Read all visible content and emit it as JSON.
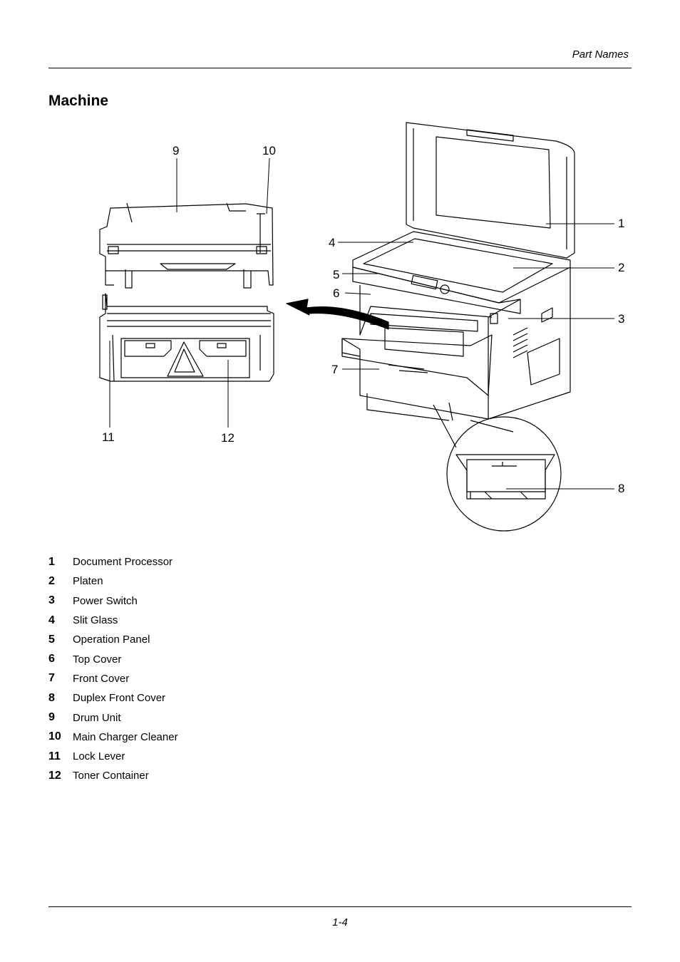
{
  "header": {
    "section_name": "Part Names"
  },
  "section": {
    "title": "Machine"
  },
  "figure": {
    "callouts": [
      "1",
      "2",
      "3",
      "4",
      "5",
      "6",
      "7",
      "8",
      "9",
      "10",
      "11",
      "12"
    ]
  },
  "parts": [
    {
      "num": "1",
      "name": "Document Processor"
    },
    {
      "num": "2",
      "name": "Platen"
    },
    {
      "num": "3",
      "name": "Power Switch"
    },
    {
      "num": "4",
      "name": "Slit Glass"
    },
    {
      "num": "5",
      "name": "Operation Panel"
    },
    {
      "num": "6",
      "name": "Top Cover"
    },
    {
      "num": "7",
      "name": "Front Cover"
    },
    {
      "num": "8",
      "name": "Duplex Front Cover"
    },
    {
      "num": "9",
      "name": "Drum Unit"
    },
    {
      "num": "10",
      "name": "Main Charger Cleaner"
    },
    {
      "num": "11",
      "name": "Lock Lever"
    },
    {
      "num": "12",
      "name": "Toner Container"
    }
  ],
  "footer": {
    "page_number": "1-4"
  }
}
